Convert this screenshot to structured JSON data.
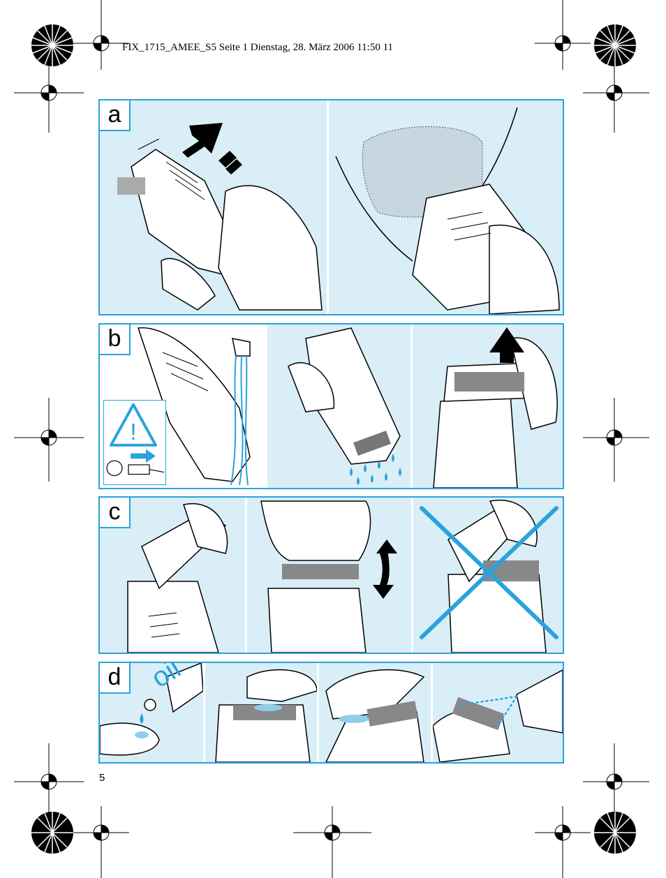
{
  "header": {
    "slug": "FIX_1715_AMEE_S5  Seite 1  Dienstag, 28. März 2006  11:50 11"
  },
  "footer": {
    "page_number": "5"
  },
  "panels": [
    {
      "letter": "a",
      "frames": [
        "trimmer-held-hand",
        "trimming-beard"
      ]
    },
    {
      "letter": "b",
      "frames": [
        "rinse-under-tap",
        "shake-water-out",
        "remove-foil"
      ]
    },
    {
      "letter": "c",
      "frames": [
        "brush-cleaning",
        "swing-frame",
        "do-not-brush-foil"
      ]
    },
    {
      "letter": "d",
      "frames": [
        "oil-drop",
        "oil-on-foil",
        "spread-oil",
        "spray-oil"
      ]
    }
  ],
  "labels": {
    "oil": "oil",
    "warning_symbol": "!"
  },
  "colors": {
    "accent": "#2aa3dc",
    "panel_fill": "#d9eef7"
  }
}
